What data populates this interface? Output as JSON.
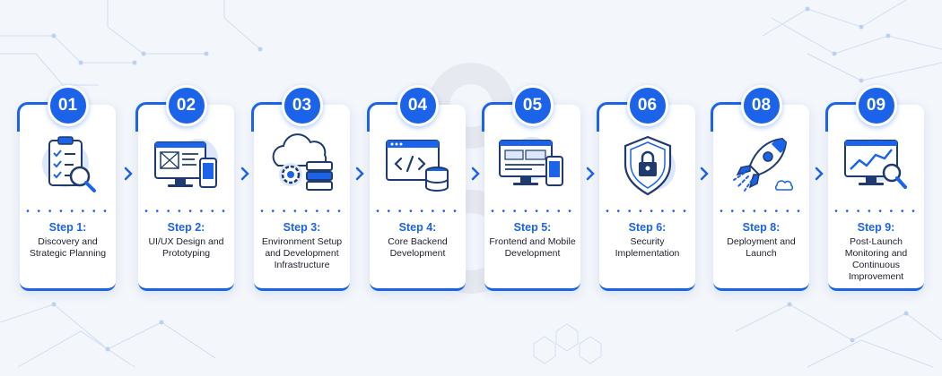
{
  "steps": [
    {
      "number": "01",
      "title": "Step 1:",
      "description": "Discovery and Strategic Planning",
      "icon": "clipboard-checklist-magnifier-icon"
    },
    {
      "number": "02",
      "title": "Step 2:",
      "description": "UI/UX Design and Prototyping",
      "icon": "monitor-phone-wireframe-icon"
    },
    {
      "number": "03",
      "title": "Step 3:",
      "description": "Environment Setup and Development Infrastructure",
      "icon": "cloud-gear-server-icon"
    },
    {
      "number": "04",
      "title": "Step 4:",
      "description": "Core Backend Development",
      "icon": "code-window-database-icon"
    },
    {
      "number": "05",
      "title": "Step 5:",
      "description": "Frontend and Mobile Development",
      "icon": "monitor-phone-icon"
    },
    {
      "number": "06",
      "title": "Step 6:",
      "description": "Security Implementation",
      "icon": "shield-lock-icon"
    },
    {
      "number": "08",
      "title": "Step 8:",
      "description": "Deployment and Launch",
      "icon": "rocket-icon"
    },
    {
      "number": "09",
      "title": "Step 9:",
      "description": "Post-Launch Monitoring and Continuous Improvement",
      "icon": "monitor-chart-magnifier-icon"
    }
  ],
  "dots": "• • • • • • • •",
  "colors": {
    "accent": "#1b63e8",
    "background": "#f3f6fb",
    "card": "#ffffff",
    "text": "#1c1f2a",
    "icon_light": "#dbe7fb"
  }
}
